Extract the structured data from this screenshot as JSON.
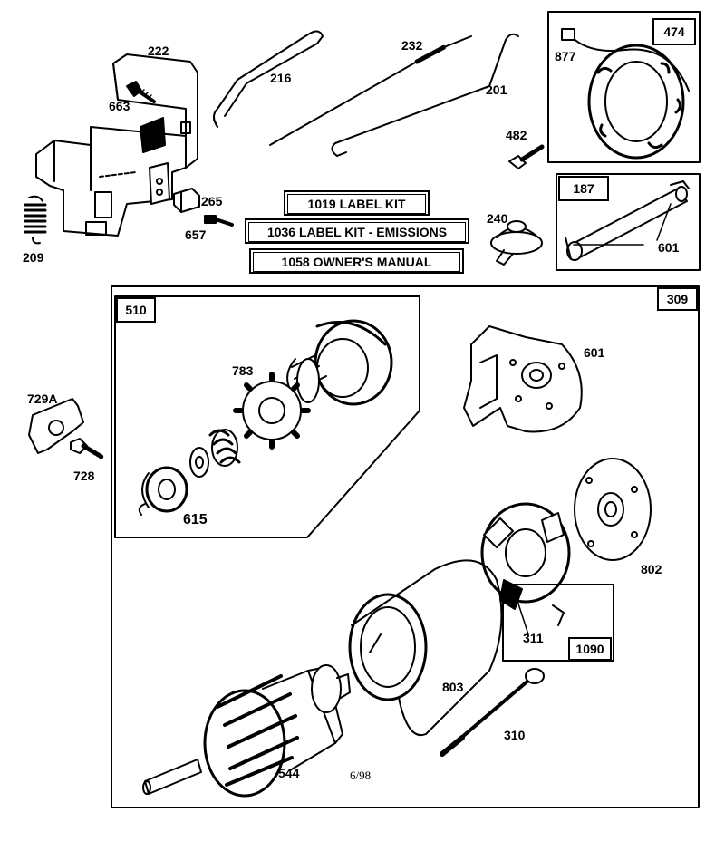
{
  "kits": {
    "label_kit": "1019  LABEL KIT",
    "label_kit_emissions": "1036 LABEL KIT - EMISSIONS",
    "owners_manual": "1058  OWNER'S MANUAL"
  },
  "boxes": {
    "b474": "474",
    "b187": "187",
    "b309": "309",
    "b510": "510",
    "b1090": "1090"
  },
  "parts": {
    "p222": "222",
    "p663": "663",
    "p216": "216",
    "p232": "232",
    "p201": "201",
    "p877": "877",
    "p482": "482",
    "p265": "265",
    "p657": "657",
    "p209": "209",
    "p240": "240",
    "p601a": "601",
    "p601b": "601",
    "p783": "783",
    "p729a": "729A",
    "p728": "728",
    "p615": "615",
    "p802": "802",
    "p311": "311",
    "p803": "803",
    "p310": "310",
    "p544": "544"
  },
  "date_code": "6/98"
}
